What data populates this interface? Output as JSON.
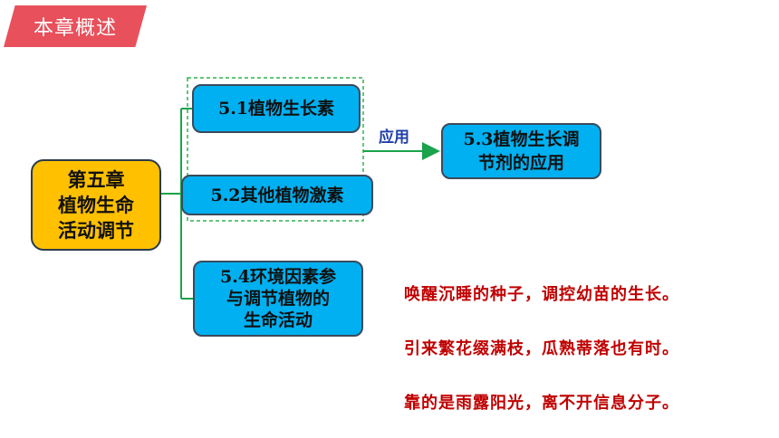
{
  "header": {
    "title": "本章概述"
  },
  "diagram": {
    "root": {
      "label": "第五章\n植物生命\n活动调节"
    },
    "nodes": {
      "n51": {
        "label": "5.1植物生长素"
      },
      "n52": {
        "label": "5.2其他植物激素"
      },
      "n53": {
        "label": "5.3植物生长调\n节剂的应用"
      },
      "n54": {
        "label": "5.4环境因素参\n与调节植物的\n生命活动"
      }
    },
    "arrow_label": "应用"
  },
  "poem": {
    "lines": [
      "唤醒沉睡的种子，调控幼苗的生长。",
      "引来繁花缀满枝，瓜熟蒂落也有时。",
      "靠的是雨露阳光，离不开信息分子。"
    ]
  },
  "colors": {
    "header_bg": "#e8505b",
    "root_bg": "#ffc000",
    "node_bg": "#00b0f0",
    "connector": "#1aa34a",
    "poem_text": "#c00000",
    "arrow_label": "#1f3fa8"
  }
}
